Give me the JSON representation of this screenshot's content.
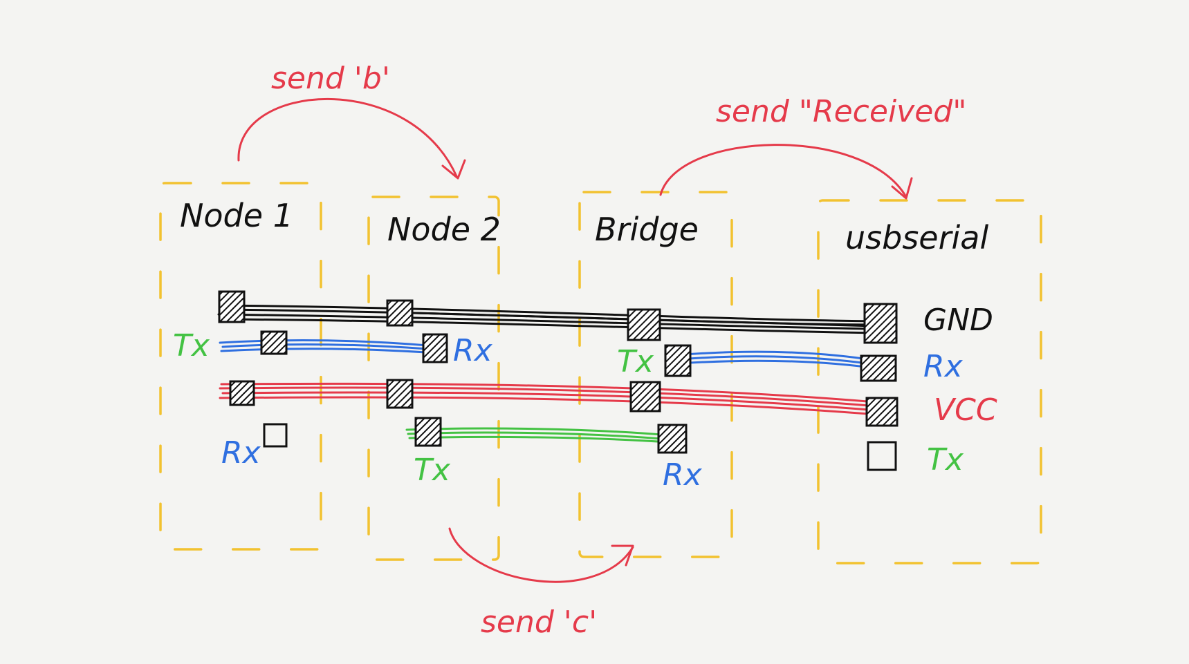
{
  "diagram": {
    "colors": {
      "paper": "#f4f4f2",
      "box": "#f2c230",
      "gnd": "#111111",
      "rx": "#2f6fe0",
      "tx": "#43c243",
      "vcc": "#e53a4a",
      "ink": "#111111"
    },
    "nodes": {
      "node1": "Node 1",
      "node2": "Node 2",
      "bridge": "Bridge",
      "usbserial": "usbserial"
    },
    "pins": {
      "node1_tx": "Tx",
      "node1_rx": "Rx",
      "node2_rx": "Rx",
      "node2_tx": "Tx",
      "bridge_tx": "Tx",
      "bridge_rx": "Rx",
      "usb_gnd": "GND",
      "usb_rx": "Rx",
      "usb_vcc": "VCC",
      "usb_tx": "Tx"
    },
    "arrows": {
      "top_left": "send 'b'",
      "top_right": "send \"Received\"",
      "bottom": "send 'c'"
    },
    "wires": [
      {
        "name": "gnd-line",
        "color": "gnd",
        "connects": [
          "Node 1",
          "Node 2",
          "Bridge",
          "usbserial GND"
        ]
      },
      {
        "name": "tx-rx-line-1",
        "color": "rx",
        "connects": [
          "Node 1 Tx",
          "Node 2 Rx"
        ]
      },
      {
        "name": "tx-rx-line-2",
        "color": "rx",
        "connects": [
          "Bridge Tx",
          "usbserial Rx"
        ]
      },
      {
        "name": "vcc-line",
        "color": "vcc",
        "connects": [
          "Node 1",
          "Node 2",
          "Bridge",
          "usbserial VCC"
        ]
      },
      {
        "name": "tx-rx-line-3",
        "color": "tx",
        "connects": [
          "Node 2 Tx",
          "Bridge Rx"
        ]
      }
    ]
  }
}
